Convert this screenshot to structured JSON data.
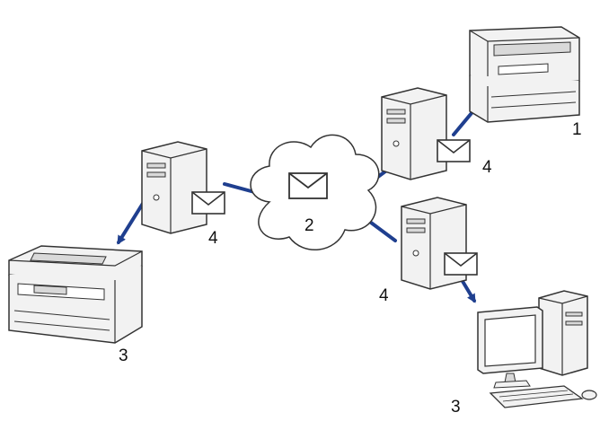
{
  "labels": {
    "source_device": "1",
    "internet": "2",
    "destination_device_left": "3",
    "destination_computer": "3",
    "server_right_top": "4",
    "server_left": "4",
    "server_right_bottom": "4"
  },
  "colors": {
    "connection": "#1f3f8f",
    "outline": "#333333",
    "device_fill": "#f2f2f2",
    "device_shade": "#d9d9d9"
  },
  "icons": {
    "source_device": "printer-icon",
    "destination_device_left": "printer-icon",
    "destination_computer": "desktop-computer-icon",
    "servers": "server-tower-icon",
    "message": "envelope-icon",
    "internet": "cloud-icon"
  }
}
